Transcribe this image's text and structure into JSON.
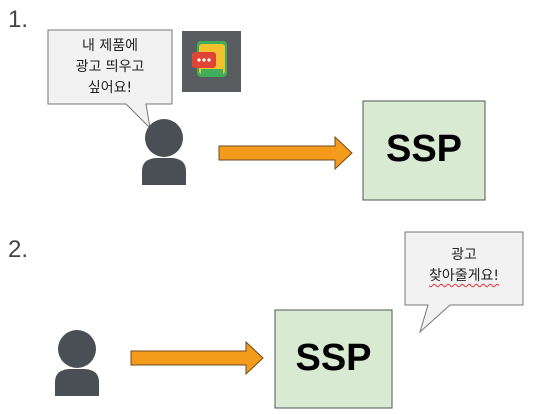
{
  "steps": [
    {
      "number": "1.",
      "speech_bubble": {
        "lines": [
          "내 제품에",
          "광고 띄우고",
          "싶어요!"
        ]
      },
      "target_box": {
        "label": "SSP"
      }
    },
    {
      "number": "2.",
      "speech_bubble": {
        "lines": [
          "광고",
          "찾아줄게요!"
        ]
      },
      "target_box": {
        "label": "SSP"
      }
    }
  ],
  "colors": {
    "box_fill": "#d9ead3",
    "box_stroke": "#555555",
    "arrow_fill": "#f59b1c",
    "arrow_stroke": "#6b4a1c",
    "person": "#4a4f55",
    "bubble_fill": "#f2f2f2",
    "bubble_stroke": "#777777",
    "app_icon_bg": "#5a5d60"
  },
  "icons": [
    "user-icon",
    "chat-app-icon",
    "right-arrow-icon"
  ]
}
